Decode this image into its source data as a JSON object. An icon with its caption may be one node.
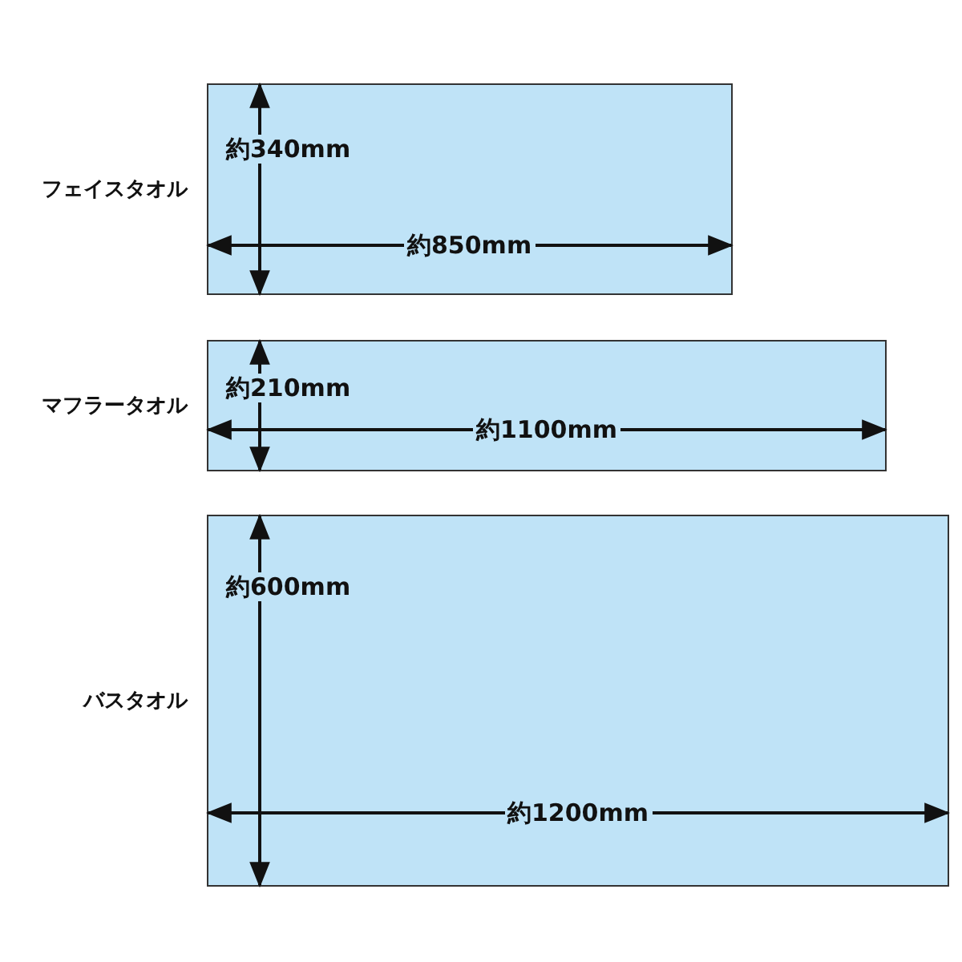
{
  "diagram": {
    "nodes": [
      {
        "text": [
          "フェイスタオル",
          "約340mm",
          "約850mm"
        ]
      },
      {
        "text": [
          "マフラータオル",
          "約210mm",
          "約1100mm"
        ]
      },
      {
        "text": [
          "バスタオル",
          "約600mm",
          "約1200mm"
        ]
      }
    ]
  }
}
